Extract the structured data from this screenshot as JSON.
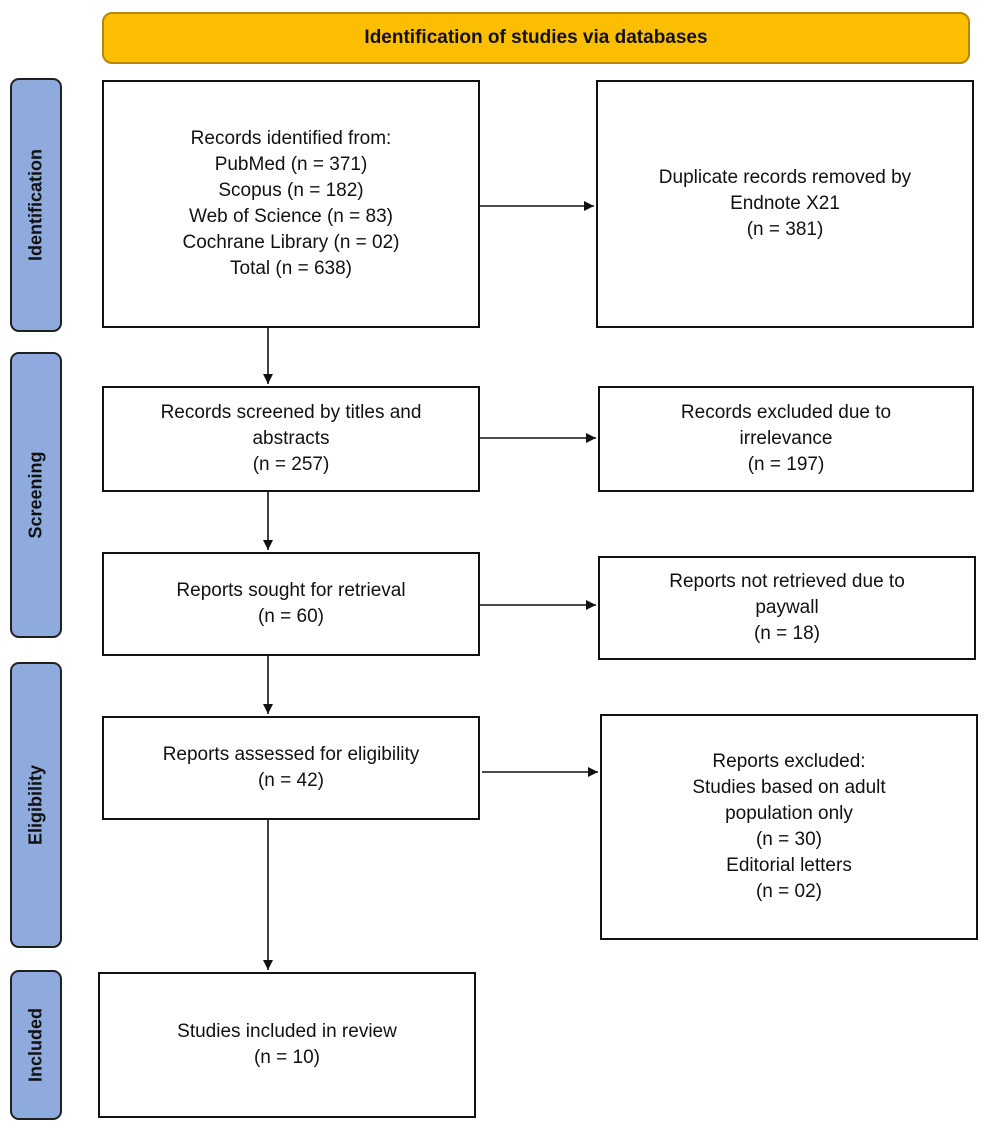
{
  "header": {
    "title": "Identification of studies via databases"
  },
  "phases": [
    {
      "label": "Identification"
    },
    {
      "label": "Screening"
    },
    {
      "label": "Eligibility"
    },
    {
      "label": "Included"
    }
  ],
  "boxes": {
    "records_identified": {
      "lines": [
        "Records identified from:",
        "PubMed (n = 371)",
        "Scopus (n = 182)",
        "Web of Science (n = 83)",
        "Cochrane Library (n = 02)",
        "Total (n = 638)"
      ]
    },
    "duplicates_removed": {
      "lines": [
        "Duplicate records removed by",
        "Endnote X21",
        "(n = 381)"
      ]
    },
    "records_screened": {
      "lines": [
        "Records screened by titles and",
        "abstracts",
        "(n = 257)"
      ]
    },
    "records_excluded": {
      "lines": [
        "Records excluded due to",
        "irrelevance",
        "(n = 197)"
      ]
    },
    "reports_sought": {
      "lines": [
        "Reports sought for retrieval",
        "(n = 60)"
      ]
    },
    "reports_not_retrieved": {
      "lines": [
        "Reports not retrieved due to",
        "paywall",
        "(n = 18)"
      ]
    },
    "reports_assessed": {
      "lines": [
        "Reports assessed for eligibility",
        "(n = 42)"
      ]
    },
    "reports_excluded": {
      "lines": [
        "Reports excluded:",
        "Studies based on adult",
        "population only",
        "(n = 30)",
        "Editorial letters",
        "(n = 02)"
      ]
    },
    "studies_included": {
      "lines": [
        "Studies included in review",
        "(n = 10)"
      ]
    }
  },
  "colors": {
    "header_fill": "#fcbe00",
    "phase_fill": "#8faadc",
    "box_border": "#111111"
  }
}
